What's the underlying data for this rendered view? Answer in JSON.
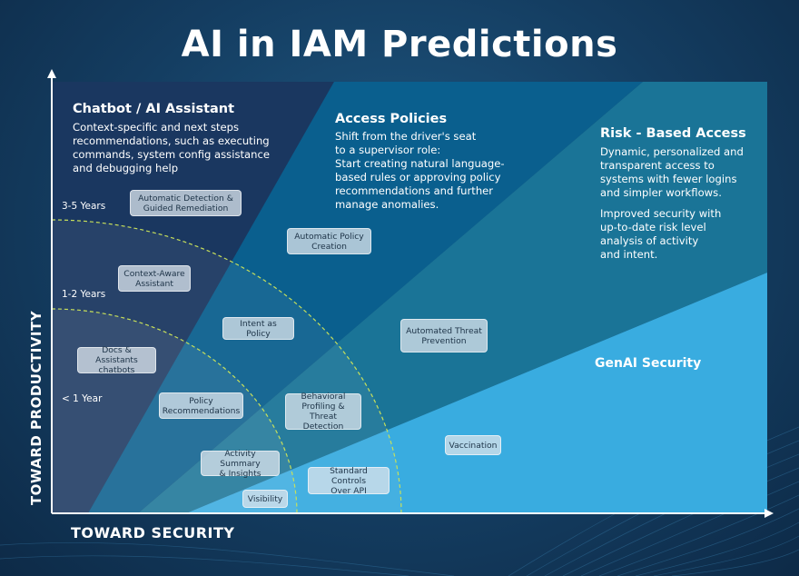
{
  "title": "AI in IAM Predictions",
  "axes": {
    "y_label": "TOWARD PRODUCTIVITY",
    "x_label": "TOWARD SECURITY"
  },
  "zones": {
    "chatbot": {
      "title": "Chatbot / AI Assistant",
      "text": "Context-specific and next steps\nrecommendations, such as executing\ncommands, system config assistance\nand debugging help"
    },
    "policies": {
      "title": "Access Policies",
      "text": "Shift from the driver's seat\nto a supervisor role:\nStart creating natural language-\nbased rules or approving policy\nrecommendations and further\nmanage anomalies."
    },
    "risk": {
      "title": "Risk - Based Access",
      "text": "Dynamic, personalized and\ntransparent access to\nsystems with fewer logins\nand simpler workflows.",
      "text2": "Improved security with\nup-to-date risk level\nanalysis of activity\nand intent."
    },
    "genai": {
      "title": "GenAI Security"
    }
  },
  "horizons": {
    "long": "3-5 Years",
    "mid": "1-2 Years",
    "short": "< 1 Year"
  },
  "tags": {
    "auto_detect": "Automatic Detection &\nGuided Remediation",
    "auto_policy": "Automatic Policy\nCreation",
    "context_assist": "Context-Aware\nAssistant",
    "intent_policy": "Intent as Policy",
    "threat_prev": "Automated Threat\nPrevention",
    "docs": "Docs & Assistants\nchatbots",
    "policy_rec": "Policy\nRecommendations",
    "behavioral": "Behavioral\nProfiling & Threat\nDetection",
    "vaccination": "Vaccination",
    "activity": "Activity Summary\n& Insights",
    "std_controls": "Standard Controls\nOver API",
    "visibility": "Visibility"
  },
  "colors": {
    "zone_chatbot": "#1a3760",
    "zone_policies": "#0a5f8e",
    "zone_risk": "#1a7497",
    "zone_genai": "#39ace0",
    "arc": "#c8e05a"
  }
}
